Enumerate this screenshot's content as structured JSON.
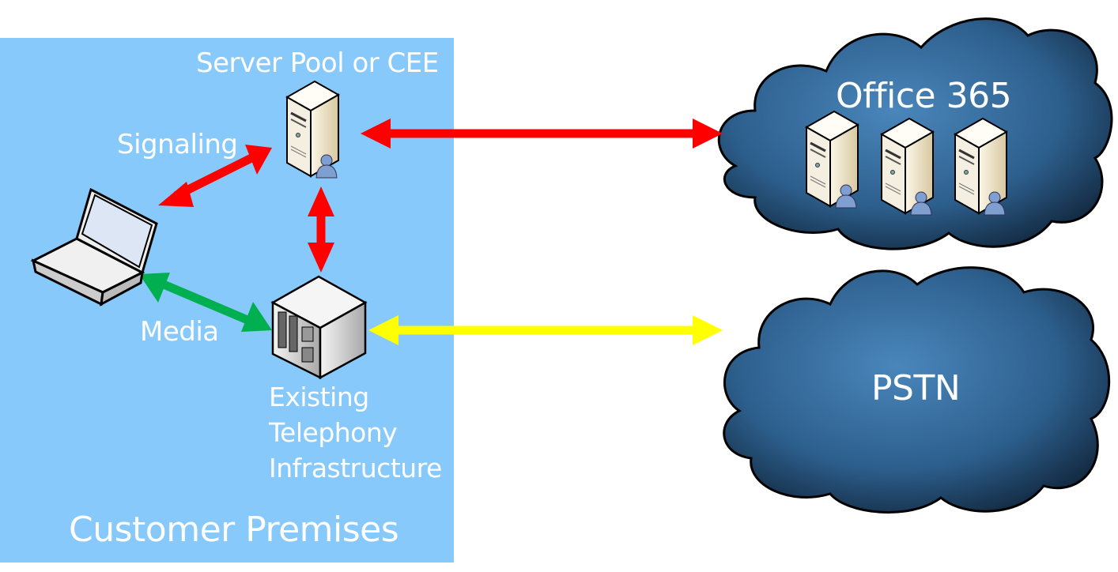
{
  "premises": {
    "label": "Customer Premises",
    "server_label": "Server Pool or CEE",
    "signaling_label": "Signaling",
    "media_label": "Media",
    "telephony_label_lines": [
      "Existing",
      "Telephony",
      "Infrastructure"
    ]
  },
  "clouds": {
    "office": "Office 365",
    "pstn": "PSTN"
  },
  "colors": {
    "premises_bg": "#88C9FB",
    "signaling": "#FF0000",
    "media": "#00B050",
    "pstn_link": "#FFFF00",
    "cloud": "#2C5C88"
  },
  "icons": [
    "laptop-icon",
    "server-user-icon",
    "telephony-switch-icon",
    "cloud-icon"
  ]
}
